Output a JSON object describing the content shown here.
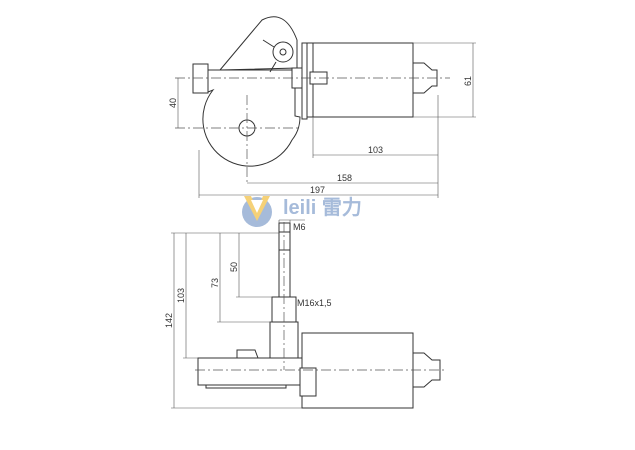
{
  "logo": {
    "text": "leili 雷力",
    "colors": {
      "v_left": "#9db4d6",
      "v_right": "#f5cd6a",
      "text": "#9db4d6"
    }
  },
  "top_view": {
    "dims": {
      "overall_length": "197",
      "shaft_to_end": "158",
      "motor_length": "103",
      "motor_diameter": "61",
      "shaft_offset": "40"
    }
  },
  "front_view": {
    "dims": {
      "total_height": "142",
      "height_103": "103",
      "height_73": "73",
      "shaft_length": "50"
    },
    "labels": {
      "shaft_thread": "M6",
      "nut_thread": "M16x1,5"
    }
  }
}
